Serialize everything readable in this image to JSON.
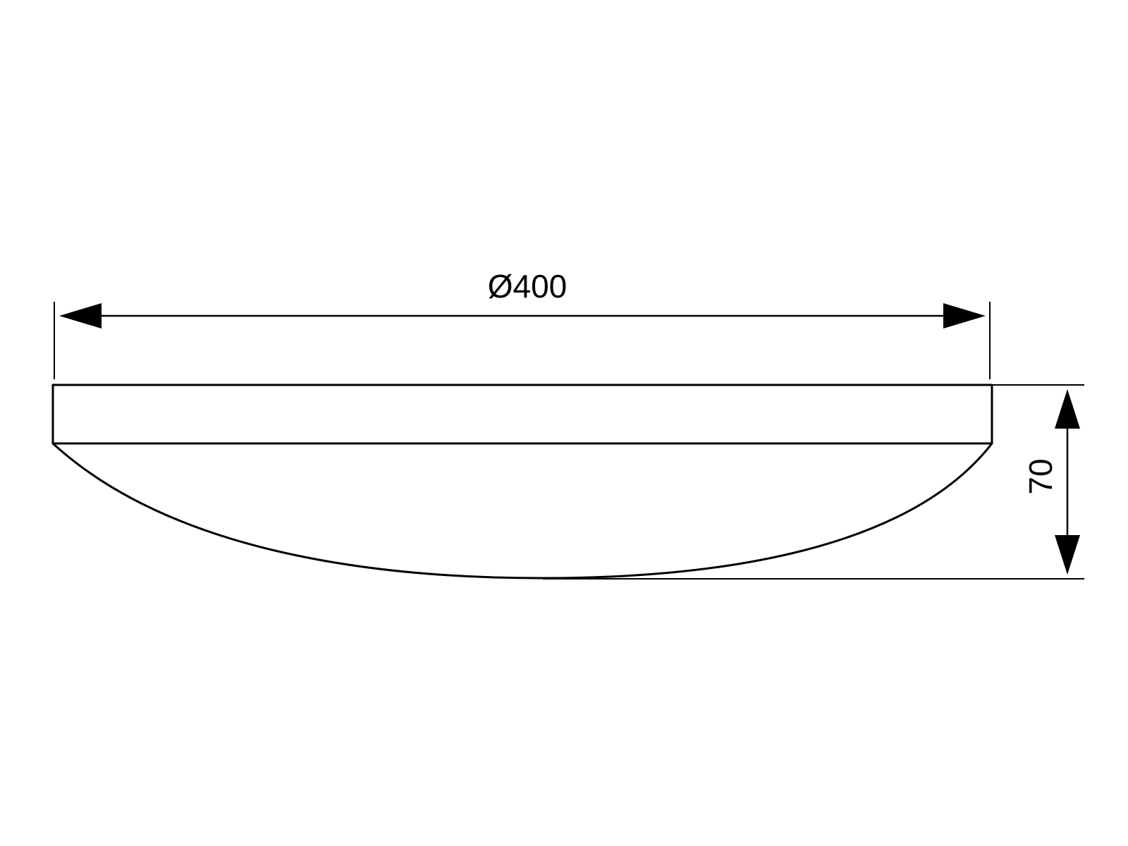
{
  "drawing": {
    "type": "technical-dimension-drawing",
    "dimensions": {
      "diameter_label": "Ø400",
      "height_label": "70"
    },
    "colors": {
      "line": "#000000",
      "background": "#ffffff"
    }
  }
}
